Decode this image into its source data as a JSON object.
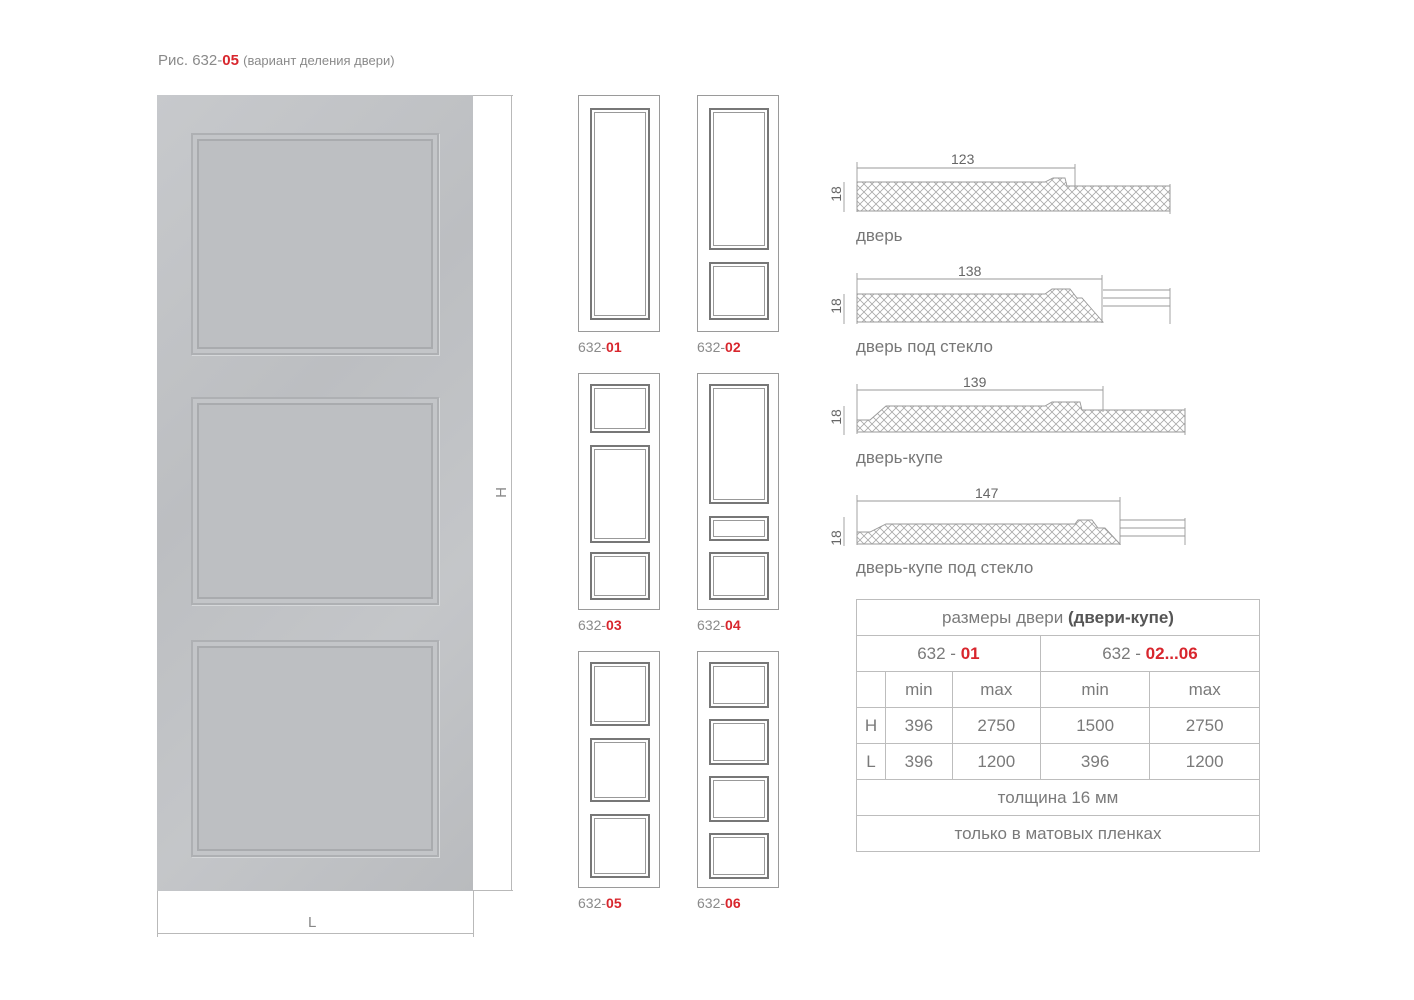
{
  "caption": {
    "prefix": "Рис. 632-",
    "code": "05",
    "note": "(вариант деления двери)"
  },
  "big_door": {
    "width_label": "L",
    "height_label": "H"
  },
  "thumbnails": [
    {
      "prefix": "632-",
      "code": "01"
    },
    {
      "prefix": "632-",
      "code": "02"
    },
    {
      "prefix": "632-",
      "code": "03"
    },
    {
      "prefix": "632-",
      "code": "04"
    },
    {
      "prefix": "632-",
      "code": "05"
    },
    {
      "prefix": "632-",
      "code": "06"
    }
  ],
  "profiles": [
    {
      "width": "123",
      "thickness": "18",
      "label": "дверь"
    },
    {
      "width": "138",
      "thickness": "18",
      "label": "дверь под стекло"
    },
    {
      "width": "139",
      "thickness": "18",
      "label": "дверь-купе"
    },
    {
      "width": "147",
      "thickness": "18",
      "label": "дверь-купе под стекло"
    }
  ],
  "table": {
    "title_prefix": "размеры двери ",
    "title_bold": "(двери-купе)",
    "group1_prefix": "632 - ",
    "group1_code": "01",
    "group2_prefix": "632 - ",
    "group2_code": "02...06",
    "min_label": "min",
    "max_label": "max",
    "rows": [
      {
        "label": "H",
        "values": [
          "396",
          "2750",
          "1500",
          "2750"
        ]
      },
      {
        "label": "L",
        "values": [
          "396",
          "1200",
          "396",
          "1200"
        ]
      }
    ],
    "thickness": "толщина 16 мм",
    "finish": "только в матовых пленках"
  }
}
